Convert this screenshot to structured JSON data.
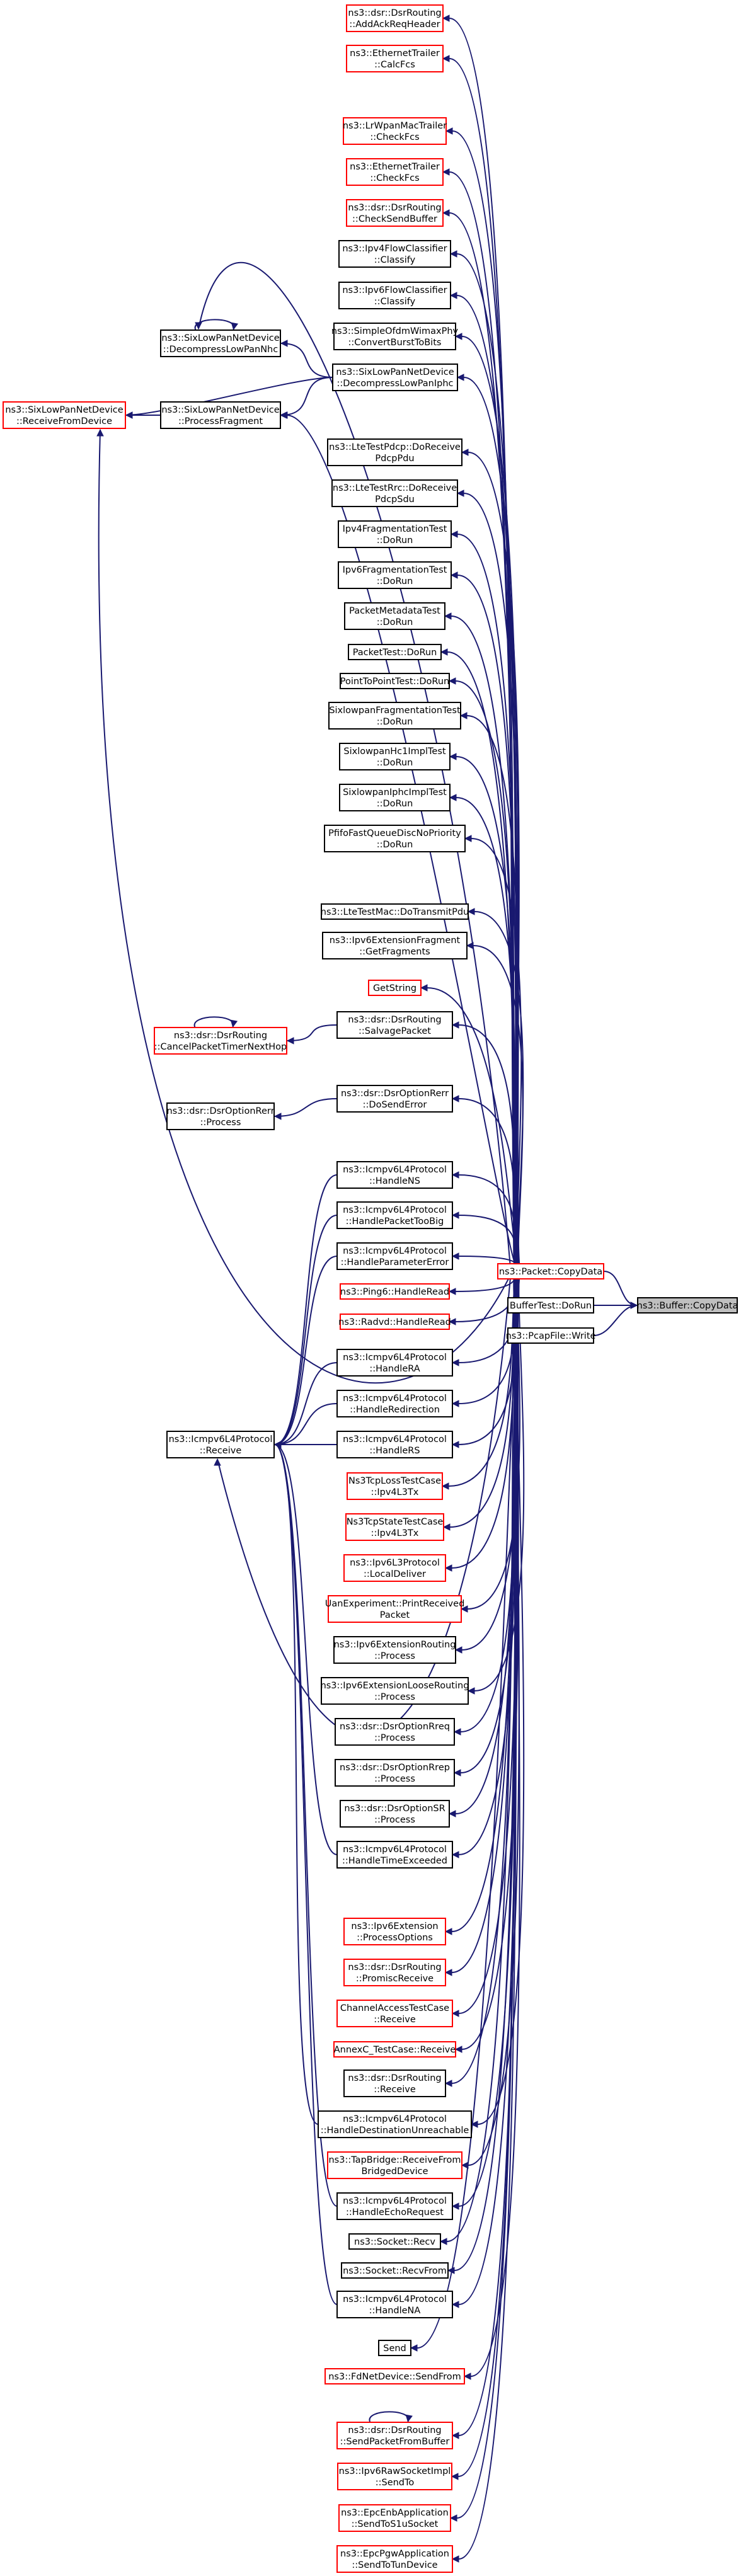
{
  "colors": {
    "edge": "#191970",
    "black_border": "#000000",
    "red_border": "#ff0000",
    "target_fill": "#bfbfbf",
    "node_fill": "#ffffff"
  },
  "nodes": [
    {
      "id": "n1",
      "lines": [
        "ns3::dsr::DsrRouting",
        "::AddAckReqHeader"
      ],
      "style": "red"
    },
    {
      "id": "n2",
      "lines": [
        "ns3::EthernetTrailer",
        "::CalcFcs"
      ],
      "style": "red"
    },
    {
      "id": "n3",
      "lines": [
        "ns3::LrWpanMacTrailer",
        "::CheckFcs"
      ],
      "style": "red"
    },
    {
      "id": "n4",
      "lines": [
        "ns3::EthernetTrailer",
        "::CheckFcs"
      ],
      "style": "red"
    },
    {
      "id": "n5",
      "lines": [
        "ns3::dsr::DsrRouting",
        "::CheckSendBuffer"
      ],
      "style": "red"
    },
    {
      "id": "n6",
      "lines": [
        "ns3::Ipv4FlowClassifier",
        "::Classify"
      ],
      "style": "black"
    },
    {
      "id": "n7",
      "lines": [
        "ns3::Ipv6FlowClassifier",
        "::Classify"
      ],
      "style": "black"
    },
    {
      "id": "n8",
      "lines": [
        "ns3::SimpleOfdmWimaxPhy",
        "::ConvertBurstToBits"
      ],
      "style": "black"
    },
    {
      "id": "n9",
      "lines": [
        "ns3::SixLowPanNetDevice",
        "::DecompressLowPanNhc"
      ],
      "style": "black"
    },
    {
      "id": "n10",
      "lines": [
        "ns3::SixLowPanNetDevice",
        "::DecompressLowPanIphc"
      ],
      "style": "black"
    },
    {
      "id": "n11",
      "lines": [
        "ns3::SixLowPanNetDevice",
        "::ReceiveFromDevice"
      ],
      "style": "red"
    },
    {
      "id": "n12",
      "lines": [
        "ns3::SixLowPanNetDevice",
        "::ProcessFragment"
      ],
      "style": "black"
    },
    {
      "id": "n13",
      "lines": [
        "ns3::LteTestPdcp::DoReceive",
        "PdcpPdu"
      ],
      "style": "black"
    },
    {
      "id": "n14",
      "lines": [
        "ns3::LteTestRrc::DoReceive",
        "PdcpSdu"
      ],
      "style": "black"
    },
    {
      "id": "n15",
      "lines": [
        "Ipv4FragmentationTest",
        "::DoRun"
      ],
      "style": "black"
    },
    {
      "id": "n16",
      "lines": [
        "Ipv6FragmentationTest",
        "::DoRun"
      ],
      "style": "black"
    },
    {
      "id": "n17",
      "lines": [
        "PacketMetadataTest",
        "::DoRun"
      ],
      "style": "black"
    },
    {
      "id": "n18",
      "lines": [
        "PacketTest::DoRun"
      ],
      "style": "black"
    },
    {
      "id": "n19",
      "lines": [
        "PointToPointTest::DoRun"
      ],
      "style": "black"
    },
    {
      "id": "n20",
      "lines": [
        "SixlowpanFragmentationTest",
        "::DoRun"
      ],
      "style": "black"
    },
    {
      "id": "n21",
      "lines": [
        "SixlowpanHc1ImplTest",
        "::DoRun"
      ],
      "style": "black"
    },
    {
      "id": "n22",
      "lines": [
        "SixlowpanIphcImplTest",
        "::DoRun"
      ],
      "style": "black"
    },
    {
      "id": "n23",
      "lines": [
        "PfifoFastQueueDiscNoPriority",
        "::DoRun"
      ],
      "style": "black"
    },
    {
      "id": "n24",
      "lines": [
        "ns3::LteTestMac::DoTransmitPdu"
      ],
      "style": "black"
    },
    {
      "id": "n25",
      "lines": [
        "ns3::Ipv6ExtensionFragment",
        "::GetFragments"
      ],
      "style": "black"
    },
    {
      "id": "n26",
      "lines": [
        "GetString"
      ],
      "style": "red"
    },
    {
      "id": "n27",
      "lines": [
        "ns3::dsr::DsrRouting",
        "::CancelPacketTimerNextHop"
      ],
      "style": "red"
    },
    {
      "id": "n28",
      "lines": [
        "ns3::dsr::DsrRouting",
        "::SalvagePacket"
      ],
      "style": "black"
    },
    {
      "id": "n29",
      "lines": [
        "ns3::dsr::DsrOptionRerr",
        "::Process"
      ],
      "style": "black"
    },
    {
      "id": "n30",
      "lines": [
        "ns3::dsr::DsrOptionRerr",
        "::DoSendError"
      ],
      "style": "black"
    },
    {
      "id": "n31",
      "lines": [
        "ns3::Icmpv6L4Protocol",
        "::HandleNS"
      ],
      "style": "black"
    },
    {
      "id": "n32",
      "lines": [
        "ns3::Icmpv6L4Protocol",
        "::HandlePacketTooBig"
      ],
      "style": "black"
    },
    {
      "id": "n33",
      "lines": [
        "ns3::Icmpv6L4Protocol",
        "::HandleParameterError"
      ],
      "style": "black"
    },
    {
      "id": "n34",
      "lines": [
        "ns3::Packet::CopyData"
      ],
      "style": "red"
    },
    {
      "id": "n35",
      "lines": [
        "ns3::Ping6::HandleRead"
      ],
      "style": "red"
    },
    {
      "id": "n36",
      "lines": [
        "BufferTest::DoRun"
      ],
      "style": "black"
    },
    {
      "id": "n37",
      "lines": [
        "ns3::Buffer::CopyData"
      ],
      "style": "target"
    },
    {
      "id": "n38",
      "lines": [
        "ns3::Radvd::HandleRead"
      ],
      "style": "red"
    },
    {
      "id": "n39",
      "lines": [
        "ns3::PcapFile::Write"
      ],
      "style": "black"
    },
    {
      "id": "n40",
      "lines": [
        "ns3::Icmpv6L4Protocol",
        "::HandleRA"
      ],
      "style": "black"
    },
    {
      "id": "n41",
      "lines": [
        "ns3::Icmpv6L4Protocol",
        "::HandleRedirection"
      ],
      "style": "black"
    },
    {
      "id": "n42",
      "lines": [
        "ns3::Icmpv6L4Protocol",
        "::Receive"
      ],
      "style": "black"
    },
    {
      "id": "n43",
      "lines": [
        "ns3::Icmpv6L4Protocol",
        "::HandleRS"
      ],
      "style": "black"
    },
    {
      "id": "n44",
      "lines": [
        "Ns3TcpLossTestCase",
        "::Ipv4L3Tx"
      ],
      "style": "red"
    },
    {
      "id": "n45",
      "lines": [
        "Ns3TcpStateTestCase",
        "::Ipv4L3Tx"
      ],
      "style": "red"
    },
    {
      "id": "n46",
      "lines": [
        "ns3::Ipv6L3Protocol",
        "::LocalDeliver"
      ],
      "style": "red"
    },
    {
      "id": "n47",
      "lines": [
        "UanExperiment::PrintReceived",
        "Packet"
      ],
      "style": "red"
    },
    {
      "id": "n48",
      "lines": [
        "ns3::Ipv6ExtensionRouting",
        "::Process"
      ],
      "style": "black"
    },
    {
      "id": "n49",
      "lines": [
        "ns3::Ipv6ExtensionLooseRouting",
        "::Process"
      ],
      "style": "black"
    },
    {
      "id": "n50",
      "lines": [
        "ns3::dsr::DsrOptionRreq",
        "::Process"
      ],
      "style": "black"
    },
    {
      "id": "n51",
      "lines": [
        "ns3::dsr::DsrOptionRrep",
        "::Process"
      ],
      "style": "black"
    },
    {
      "id": "n52",
      "lines": [
        "ns3::dsr::DsrOptionSR",
        "::Process"
      ],
      "style": "black"
    },
    {
      "id": "n53",
      "lines": [
        "ns3::Icmpv6L4Protocol",
        "::HandleTimeExceeded"
      ],
      "style": "black"
    },
    {
      "id": "n54",
      "lines": [
        "ns3::Ipv6Extension",
        "::ProcessOptions"
      ],
      "style": "red"
    },
    {
      "id": "n55",
      "lines": [
        "ns3::dsr::DsrRouting",
        "::PromiscReceive"
      ],
      "style": "red"
    },
    {
      "id": "n56",
      "lines": [
        "ChannelAccessTestCase",
        "::Receive"
      ],
      "style": "red"
    },
    {
      "id": "n57",
      "lines": [
        "AnnexC_TestCase::Receive"
      ],
      "style": "red"
    },
    {
      "id": "n58",
      "lines": [
        "ns3::dsr::DsrRouting",
        "::Receive"
      ],
      "style": "black"
    },
    {
      "id": "n59",
      "lines": [
        "ns3::Icmpv6L4Protocol",
        "::HandleDestinationUnreachable"
      ],
      "style": "black"
    },
    {
      "id": "n60",
      "lines": [
        "ns3::TapBridge::ReceiveFrom",
        "BridgedDevice"
      ],
      "style": "red"
    },
    {
      "id": "n61",
      "lines": [
        "ns3::Icmpv6L4Protocol",
        "::HandleEchoRequest"
      ],
      "style": "black"
    },
    {
      "id": "n62",
      "lines": [
        "ns3::Socket::Recv"
      ],
      "style": "black"
    },
    {
      "id": "n63",
      "lines": [
        "ns3::Socket::RecvFrom"
      ],
      "style": "black"
    },
    {
      "id": "n64",
      "lines": [
        "ns3::Icmpv6L4Protocol",
        "::HandleNA"
      ],
      "style": "black"
    },
    {
      "id": "n65",
      "lines": [
        "Send"
      ],
      "style": "black"
    },
    {
      "id": "n66",
      "lines": [
        "ns3::FdNetDevice::SendFrom"
      ],
      "style": "red"
    },
    {
      "id": "n67",
      "lines": [
        "ns3::dsr::DsrRouting",
        "::SendPacketFromBuffer"
      ],
      "style": "red"
    },
    {
      "id": "n68",
      "lines": [
        "ns3::Ipv6RawSocketImpl",
        "::SendTo"
      ],
      "style": "red"
    },
    {
      "id": "n69",
      "lines": [
        "ns3::EpcEnbApplication",
        "::SendToS1uSocket"
      ],
      "style": "red"
    },
    {
      "id": "n70",
      "lines": [
        "ns3::EpcPgwApplication",
        "::SendToTunDevice"
      ],
      "style": "red"
    }
  ]
}
